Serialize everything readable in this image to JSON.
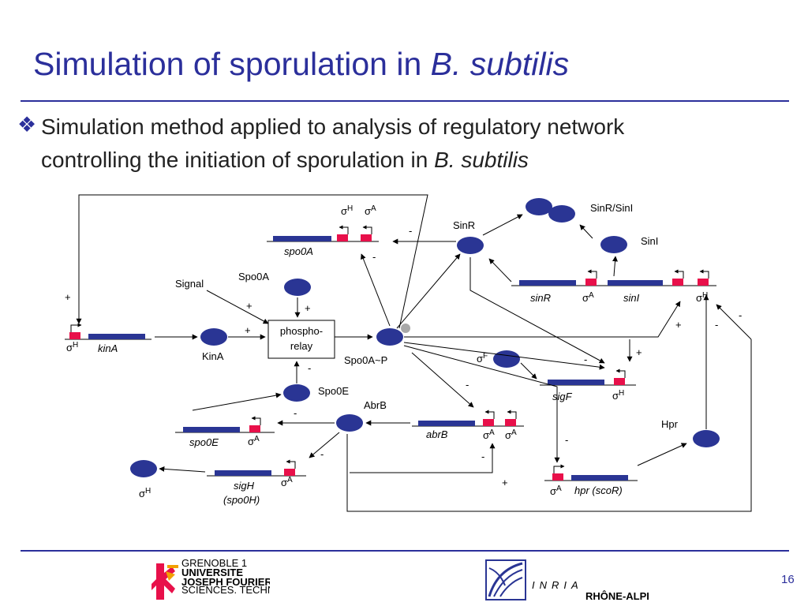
{
  "slide": {
    "title_main": "Simulation of sporulation in ",
    "title_italic": "B. subtilis",
    "bullet_line1": "Simulation method applied to analysis of regulatory network",
    "bullet_line2_main": "controlling the initiation of sporulation in ",
    "bullet_line2_italic": "B. subtilis",
    "page_number": "16"
  },
  "logos": {
    "ujf_top": "GRENOBLE 1",
    "ujf_line1": "UNIVERSITE",
    "ujf_line2": "JOSEPH FOURIER",
    "ujf_line3": "SCIENCES. TECHNOLOGIE. MEDECINE",
    "inria_name": "INRIA",
    "inria_sub": "RHÔNE-ALPES"
  },
  "diagram": {
    "genes": {
      "spo0A": "spo0A",
      "kinA": "kinA",
      "spo0E": "spo0E",
      "sigH": "sigH",
      "spo0H": "(spo0H)",
      "abrB": "abrB",
      "sinR": "sinR",
      "sinI": "sinI",
      "sigF": "sigF",
      "hpr": "hpr (scoR)"
    },
    "proteins": {
      "SinR_SinI": "SinR/SinI",
      "SinR": "SinR",
      "SinI": "SinI",
      "Signal": "Signal",
      "Spo0A": "Spo0A",
      "KinA": "KinA",
      "phospho_line1": "phospho-",
      "phospho_line2": "relay",
      "Spo0A_P": "Spo0A~P",
      "Spo0E": "Spo0E",
      "AbrB": "AbrB",
      "Hpr": "Hpr"
    },
    "sigma": {
      "sym": "σ",
      "H": "H",
      "A": "A",
      "F": "F"
    },
    "signs": {
      "plus": "+",
      "minus": "-"
    }
  },
  "colors": {
    "title_blue": "#2B2F9B",
    "protein_blue": "#2A3594",
    "gene_bar": "#2A3594",
    "promoter_red": "#E8104A",
    "phosphate_gray": "#A8A8A8"
  }
}
